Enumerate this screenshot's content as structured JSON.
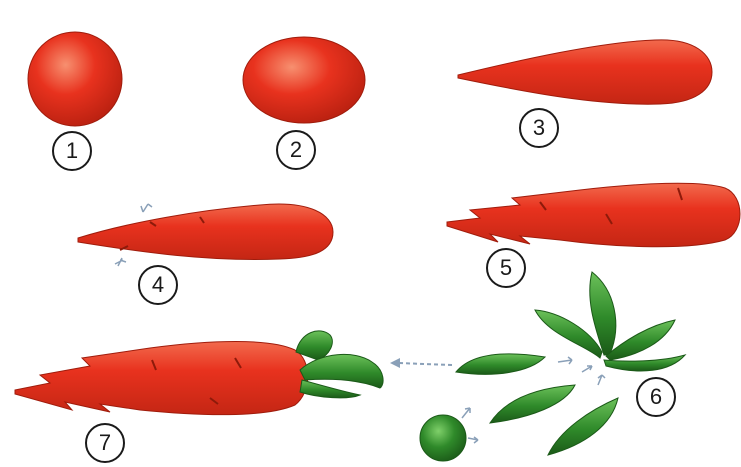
{
  "steps": [
    {
      "number": "1",
      "shape": "ball"
    },
    {
      "number": "2",
      "shape": "flattened-ball"
    },
    {
      "number": "3",
      "shape": "tapered-cone"
    },
    {
      "number": "4",
      "shape": "cone-with-grooves"
    },
    {
      "number": "5",
      "shape": "grooved-carrot-root"
    },
    {
      "number": "6",
      "shape": "green-leaves"
    },
    {
      "number": "7",
      "shape": "finished-carrot"
    }
  ],
  "colors": {
    "carrot": "#e8321e",
    "carrot_light": "#f26a4d",
    "carrot_dark": "#b82010",
    "leaf": "#2f8a2a",
    "leaf_light": "#6cc15a",
    "leaf_dark": "#1b5a18",
    "arrow": "#8aa0b8"
  }
}
